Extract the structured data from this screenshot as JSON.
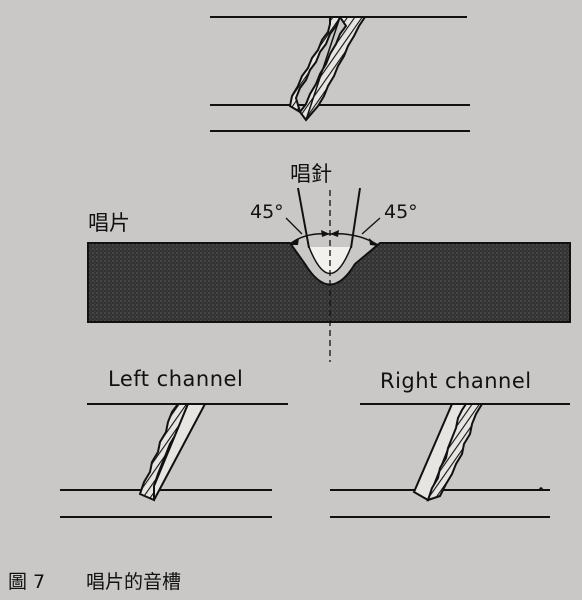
{
  "labels": {
    "stylus": "唱針",
    "record": "唱片",
    "angle_left": "45°",
    "angle_right": "45°",
    "left_channel": "Left channel",
    "right_channel": "Right channel"
  },
  "caption": {
    "number": "圖 7",
    "text": "唱片的音槽"
  },
  "colors": {
    "paper": "#c9c8c6",
    "ink": "#111111",
    "record_fill": "#2f2f2f"
  }
}
